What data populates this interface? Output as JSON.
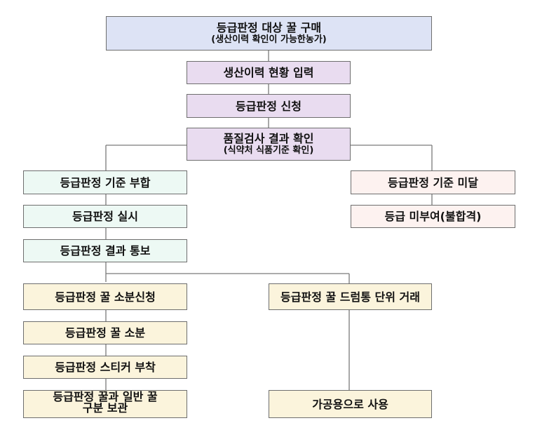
{
  "nodes": {
    "purchase": {
      "title": "등급판정 대상 꿀 구매",
      "sub": "(생산이력 확인이 가능한농가)"
    },
    "record_input": {
      "title": "생산이력 현황 입력"
    },
    "apply": {
      "title": "등급판정 신청"
    },
    "quality_check": {
      "title": "품질검사 결과 확인",
      "sub": "(식약처 식품기준 확인)"
    },
    "meets_standard": {
      "title": "등급판정 기준 부합"
    },
    "below_standard": {
      "title": "등급판정 기준 미달"
    },
    "conduct": {
      "title": "등급판정 실시"
    },
    "no_grade": {
      "title": "등급 미부여(불합격)"
    },
    "notify": {
      "title": "등급판정 결과 통보"
    },
    "subdivide_apply": {
      "title": "등급판정 꿀 소분신청"
    },
    "drum_trade": {
      "title": "등급판정 꿀 드럼통 단위 거래"
    },
    "subdivide": {
      "title": "등급판정 꿀 소분"
    },
    "sticker": {
      "title": "등급판정 스티커 부착"
    },
    "separate_storage": {
      "line1": "등급판정 꿀과 일반 꿀",
      "line2": "구분 보관"
    },
    "processing_use": {
      "title": "가공용으로 사용"
    }
  },
  "colors": {
    "line": "#7a7a7a",
    "border": "#6e6e6e",
    "blue": "#dde3f5",
    "purple": "#e9dcf0",
    "mint": "#edf9f4",
    "pink": "#fdf2f0",
    "cream": "#fbf4dc"
  }
}
